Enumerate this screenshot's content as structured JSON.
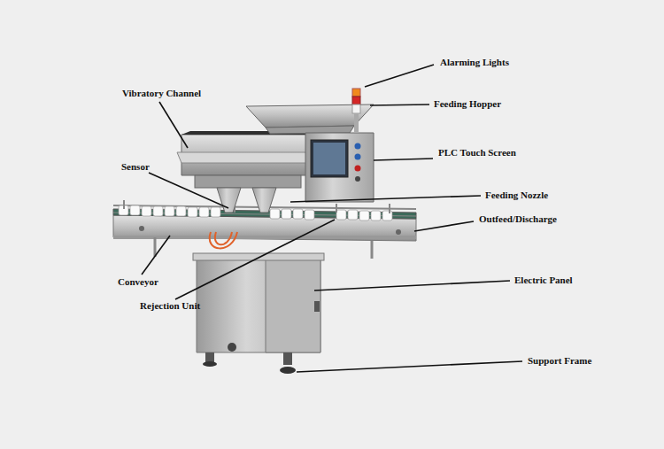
{
  "diagram": {
    "labels": [
      "Alarming Lights",
      "Vibratory Channel",
      "Feeding Hopper",
      "Sensor",
      "PLC Touch Screen",
      "Feeding Nozzle",
      "Outfeed/Discharge",
      "Conveyor",
      "Electric Panel",
      "Rejection Unit",
      "Support Frame"
    ]
  }
}
